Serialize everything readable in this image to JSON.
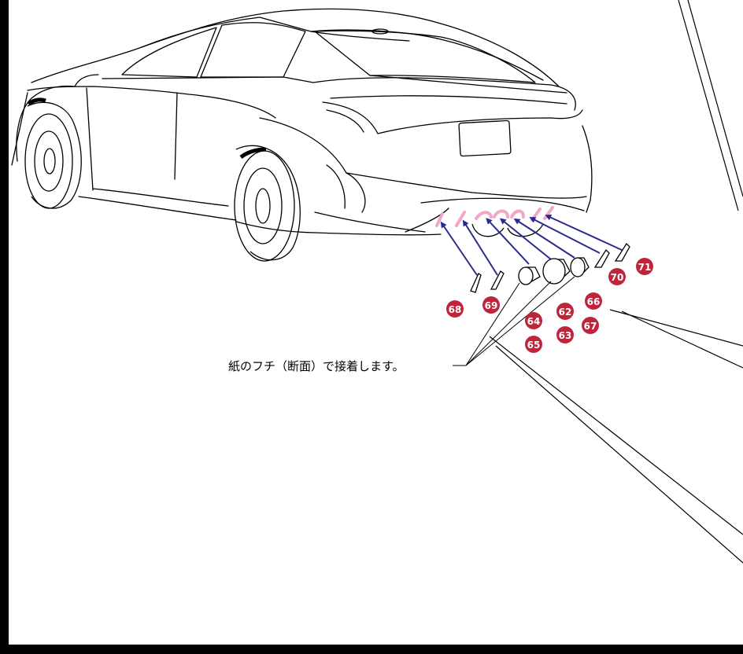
{
  "note": "紙のフチ（断面）で接着します。",
  "parts": [
    {
      "id": "p68",
      "number": "68"
    },
    {
      "id": "p69",
      "number": "69"
    },
    {
      "id": "p64",
      "number": "64"
    },
    {
      "id": "p65",
      "number": "65"
    },
    {
      "id": "p62",
      "number": "62"
    },
    {
      "id": "p63",
      "number": "63"
    },
    {
      "id": "p66",
      "number": "66"
    },
    {
      "id": "p67",
      "number": "67"
    },
    {
      "id": "p70",
      "number": "70"
    },
    {
      "id": "p71",
      "number": "71"
    }
  ],
  "colors": {
    "badge": "#c0243a",
    "arrow": "#2a2a8f",
    "highlight": "#f0a8c8",
    "line": "#000000"
  }
}
